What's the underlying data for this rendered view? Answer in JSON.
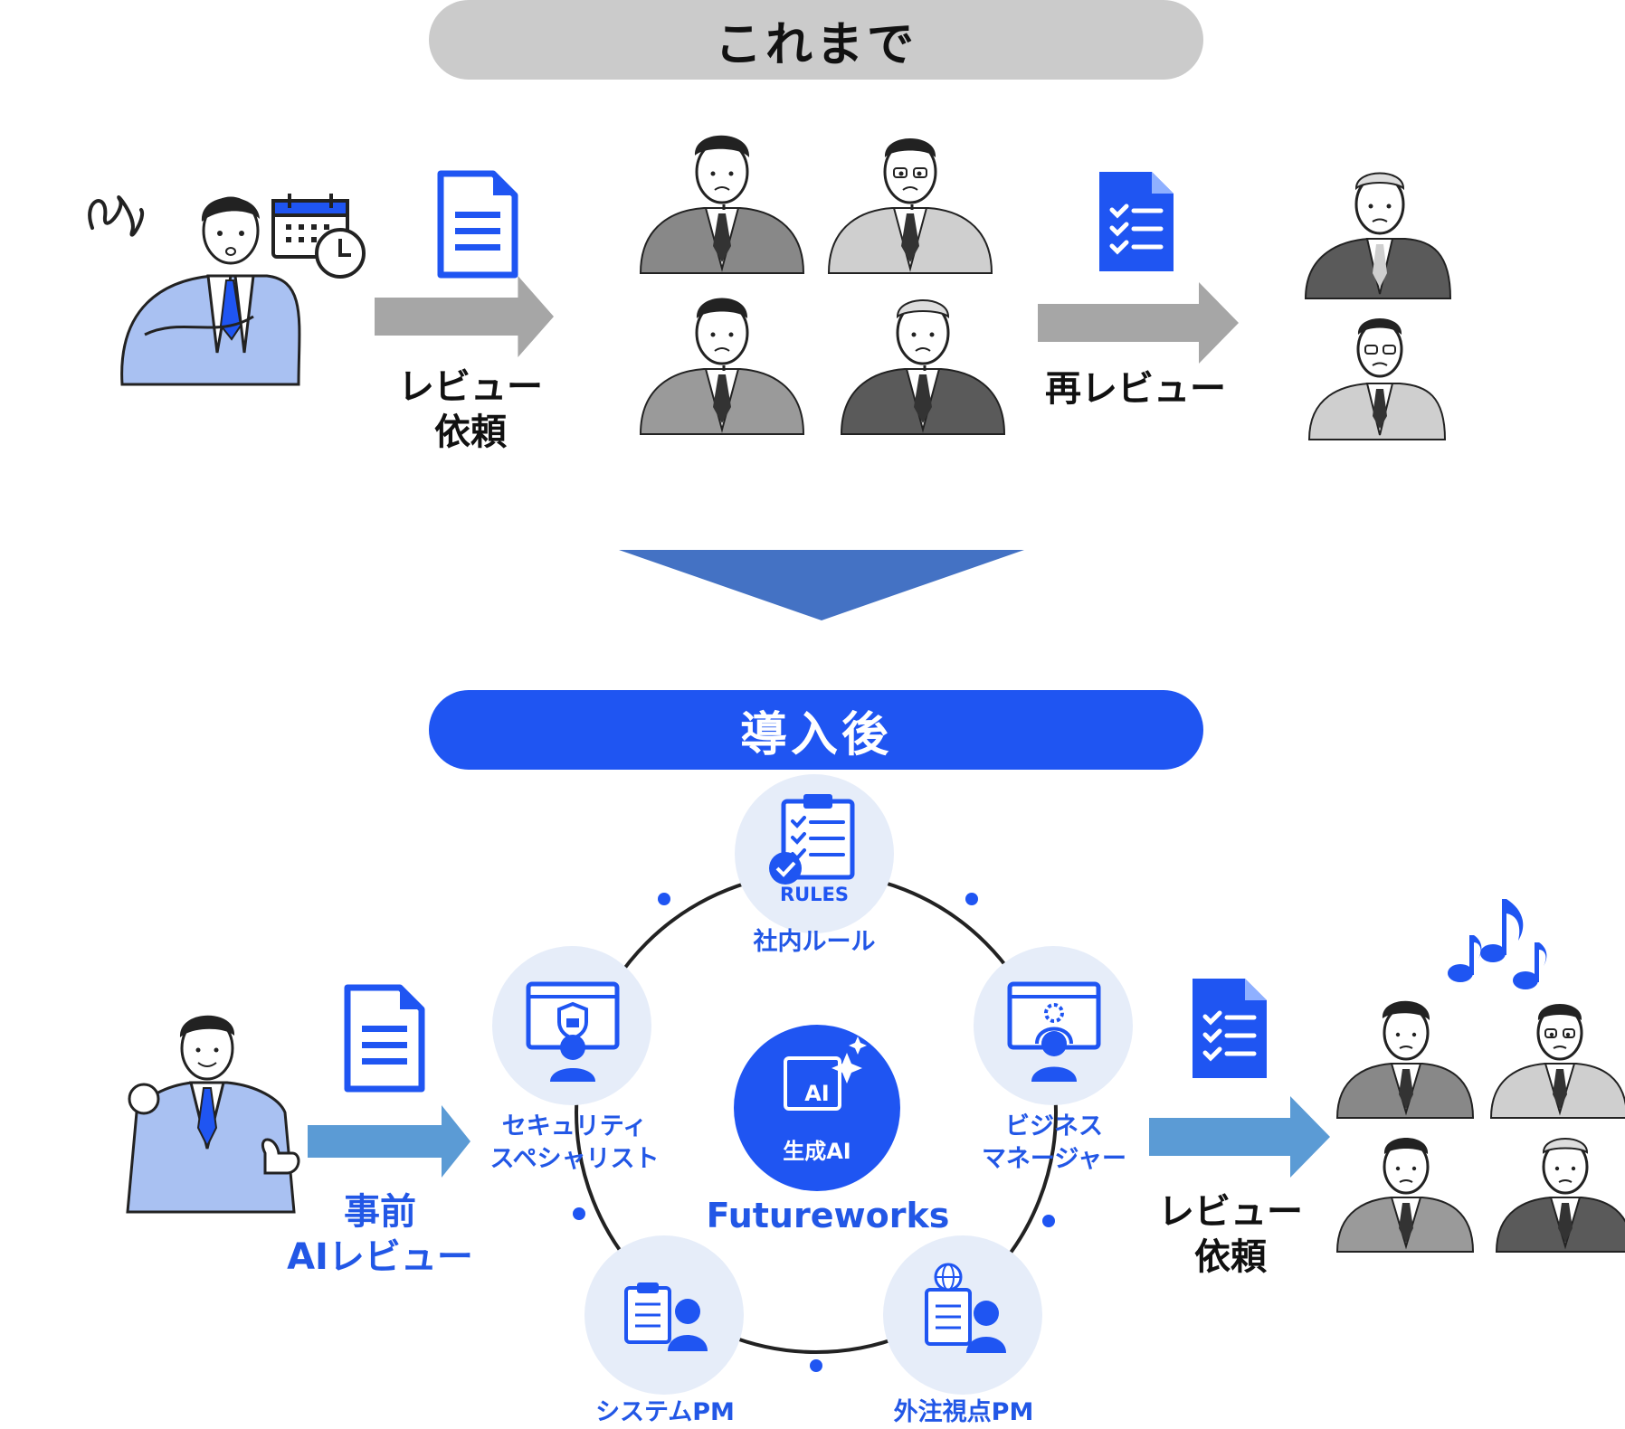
{
  "header_before": "これまで",
  "header_after": "導入後",
  "before": {
    "arrow1_label_line1": "レビュー",
    "arrow1_label_line2": "依頼",
    "arrow2_label": "再レビュー"
  },
  "after": {
    "left_arrow_line1": "事前",
    "left_arrow_line2": "AIレビュー",
    "right_arrow_line1": "レビュー",
    "right_arrow_line2": "依頼",
    "center_badge_ai": "AI",
    "center_badge_text": "生成AI",
    "center_brand": "Futureworks",
    "rules_text": "RULES",
    "nodes": {
      "rules": "社内ルール",
      "security_line1": "セキュリティ",
      "security_line2": "スペシャリスト",
      "business_line1": "ビジネス",
      "business_line2": "マネージャー",
      "system_pm": "システムPM",
      "outsource_pm": "外注視点PM"
    }
  },
  "colors": {
    "blue": "#1f55f2",
    "label_blue": "#2257e6",
    "light_blue": "#a9c1f2",
    "node_bg": "#e6edf9",
    "gray_arrow": "#a6a6a6",
    "blue_arrow": "#5b9bd5",
    "funnel": "#4472c4"
  }
}
